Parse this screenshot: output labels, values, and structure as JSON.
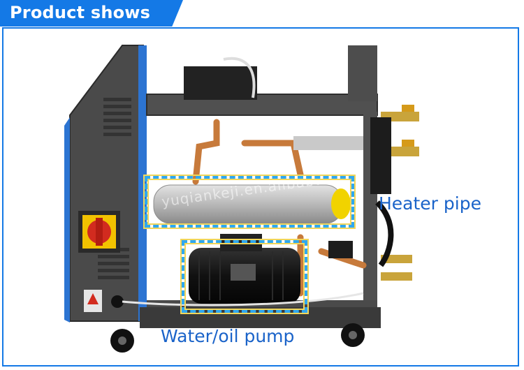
{
  "header": {
    "title": "Product shows"
  },
  "labels": {
    "heater": "Heater pipe",
    "pump": "Water/oil pump"
  },
  "watermark": "yuqiankeji.en.alibaba.com",
  "colors": {
    "accent_blue": "#1479e6",
    "label_blue": "#1a63c9",
    "dash_blue": "#2fa8f0",
    "dash_yellow": "#f1d65a",
    "cabinet_gray": "#4a4a4a",
    "side_panel_blue": "#2c74d2",
    "switch_yellow": "#f2c200",
    "switch_red": "#d22b1f"
  }
}
